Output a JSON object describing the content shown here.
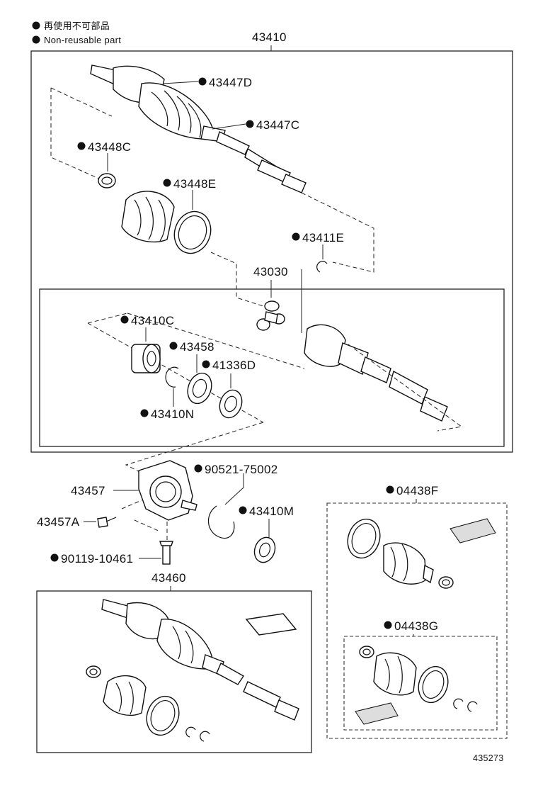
{
  "legend": {
    "japanese": "再使用不可部品",
    "english": "Non-reusable part"
  },
  "callouts": {
    "assembly_main": "43410",
    "boot_outer_d": "43447D",
    "boot_outer_c": "43447C",
    "clamp_43448c": "43448C",
    "clamp_43448e": "43448E",
    "snap_ring_43411e": "43411E",
    "inboard_joint": "43030",
    "bearing_43410c": "43410C",
    "part_43458": "43458",
    "seal_41336d": "41336D",
    "ring_43410n": "43410N",
    "bracket_43457": "43457",
    "bolt_43457a": "43457A",
    "ring_90521": "90521-75002",
    "seal_43410m": "43410M",
    "bolt_90119": "90119-10461",
    "assembly_43460": "43460",
    "kit_04438f": "04438F",
    "kit_04438g": "04438G"
  },
  "drawing_number": "435273",
  "icons": {
    "nonreusable_marker": "filled-circle-icon"
  }
}
